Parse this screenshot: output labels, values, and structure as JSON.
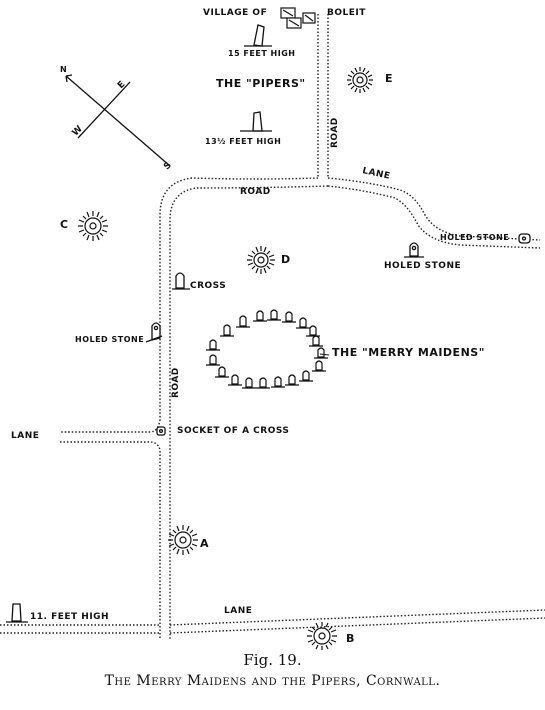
{
  "labels": {
    "village_of": "VILLAGE OF",
    "boleit": "BOLEIT",
    "pipers_15": "15 FEET HIGH",
    "pipers": "THE \"PIPERS\"",
    "pipers_13": "13½ FEET HIGH",
    "road_north": "ROAD",
    "lane_ne": "LANE",
    "road_mid": "ROAD",
    "holed_stone_east_sign": "HOLED STONE",
    "holed_stone_east": "HOLED STONE",
    "cross": "CROSS",
    "holed_stone_west": "HOLED STONE",
    "merry_maidens": "THE \"MERRY MAIDENS\"",
    "road_south": "ROAD",
    "lane_west": "LANE",
    "socket": "SOCKET OF A CROSS",
    "eleven_feet": "11. FEET HIGH",
    "lane_south": "LANE"
  },
  "barrows": {
    "a": "A",
    "b": "B",
    "c": "C",
    "d": "D",
    "e": "E"
  },
  "compass": {
    "n": "N",
    "e": "E",
    "s": "S",
    "w": "W"
  },
  "caption": {
    "figure": "Fig. 19.",
    "title": "The Merry Maidens and the Pipers, Cornwall."
  }
}
